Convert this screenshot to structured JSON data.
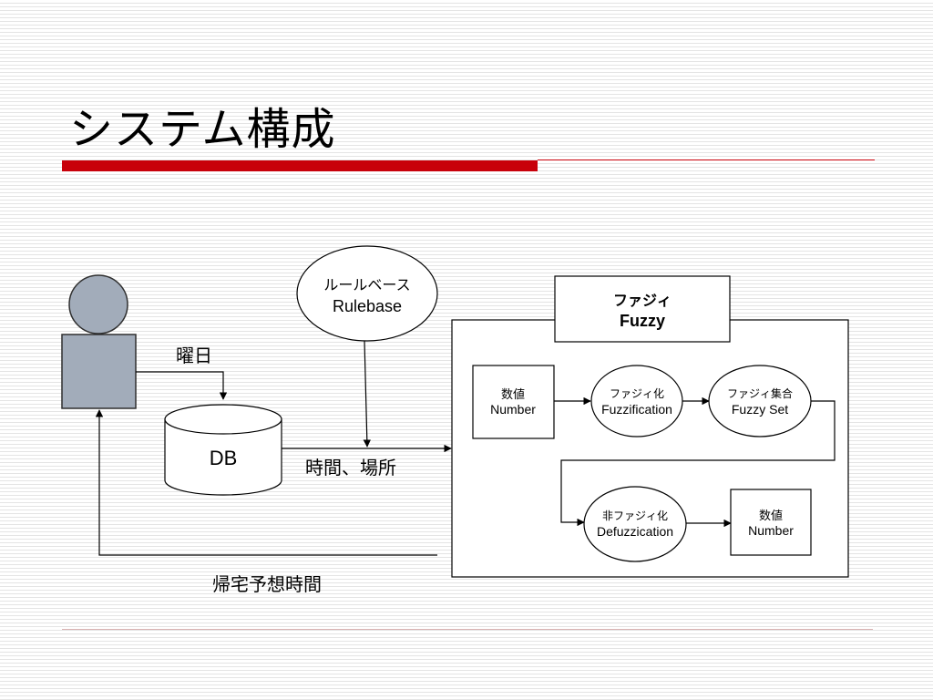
{
  "title": "システム構成",
  "labels": {
    "weekday": "曜日",
    "db": "DB",
    "time_place": "時間、場所",
    "predicted_return_time": "帰宅予想時間",
    "rulebase_jp": "ルールベース",
    "rulebase_en": "Rulebase",
    "fuzzy_jp": "ファジィ",
    "fuzzy_en": "Fuzzy",
    "number_in_jp": "数値",
    "number_in_en": "Number",
    "fuzzification_jp": "ファジィ化",
    "fuzzification_en": "Fuzzification",
    "fuzzy_set_jp": "ファジィ集合",
    "fuzzy_set_en": "Fuzzy Set",
    "defuzzification_jp": "非ファジィ化",
    "defuzzification_en": "Defuzzication",
    "number_out_jp": "数値",
    "number_out_en": "Number"
  },
  "colors": {
    "accent_red": "#c8000a",
    "user_figure_fill": "#a2acba",
    "user_figure_stroke": "#2f2f2f"
  }
}
